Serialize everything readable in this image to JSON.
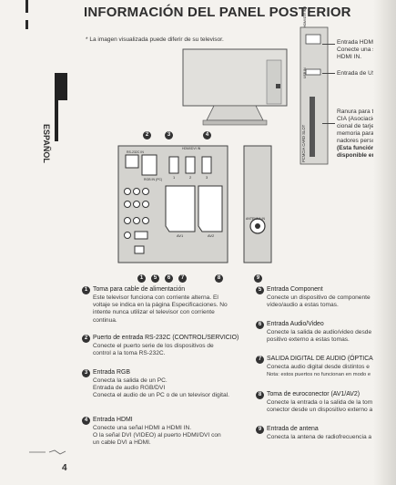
{
  "page": {
    "title": "INFORMACIÓN DEL PANEL POSTERIOR",
    "note": "* La imagen visualizada puede diferir de su televisor.",
    "language": "ESPAÑOL",
    "page_number": "4"
  },
  "side_panel": {
    "hdmi_in": "Entrada HDMI",
    "hdmi_desc": [
      "Conecte una se",
      "HDMI IN."
    ],
    "usb_in": "Entrada de USB",
    "ci_title": [
      "Ranura para tar",
      "CIA (Asociacio",
      "cional de tarjet",
      "memoria para o",
      "nadores person"
    ],
    "ci_note": [
      "(Esta función no e",
      "disponible en todo"
    ],
    "ci_slot_label": "PCMCIA CARD SLOT",
    "hdmi_port_label": "HDMI/DVI IN 3",
    "usb_port_label": "USB IN"
  },
  "panel_labels": {
    "rs232": "RS-232C IN",
    "antenna": "ANTENNA IN",
    "hdmi_dvi": "HDMI/DVI IN",
    "hdmi_nums": [
      "1",
      "2",
      "3"
    ],
    "rgb": "RGB IN (PC)",
    "av1": "AV1",
    "av2": "AV2"
  },
  "callouts": [
    "1",
    "2",
    "3",
    "4",
    "5",
    "6",
    "7",
    "8",
    "9"
  ],
  "items_left": [
    {
      "n": "1",
      "head": "Toma para cable de alimentación",
      "body": [
        "Este televisor funciona con corriente alterna. El",
        "voltaje se indica en la página Especificaciones. No",
        "intente nunca utilizar el televisor con corriente",
        "continua."
      ]
    },
    {
      "n": "2",
      "head": "Puerto de entrada RS-232C (CONTROL/SERVICIO)",
      "body": [
        "Conecte el puerto serie de los dispositivos de",
        "control a la toma RS-232C."
      ]
    },
    {
      "n": "3",
      "head": "Entrada RGB",
      "body": [
        "Conecta la salida de un PC.",
        "Entrada de audio RGB/DVI",
        "Conecta el audio de un PC o de un televisor digital."
      ]
    },
    {
      "n": "4",
      "head": "Entrada HDMI",
      "body": [
        "Conecte una señal HDMI a HDMI IN.",
        "O la señal DVI (VIDEO) al puerto HDMI/DVI con",
        "un cable DVI a HDMI."
      ]
    }
  ],
  "items_right": [
    {
      "n": "5",
      "head": "Entrada Component",
      "body": [
        "Conecte un dispositivo de componente",
        "vídeo/audio a estas tomas."
      ]
    },
    {
      "n": "6",
      "head": "Entrada Audio/Video",
      "body": [
        "Conecte la salida de audio/video desde",
        "positivo externo a estas tomas."
      ]
    },
    {
      "n": "7",
      "head": "SALIDA DIGITAL DE AUDIO (ÓPTICA)",
      "body": [
        "Conecta audio digital desde distintos e",
        "Nota: estos puertos no funcionan en modo e"
      ]
    },
    {
      "n": "8",
      "head": "Toma de euroconector (AV1/AV2)",
      "body": [
        "Conecte la entrada o la salida de la tom",
        "conector desde un dispositivo externo a e"
      ]
    },
    {
      "n": "9",
      "head": "Entrada de antena",
      "body": [
        "Conecta la antena de radiofrecuencia a es"
      ]
    }
  ],
  "colors": {
    "ink": "#2b2b2b",
    "paper": "#f4f2ee",
    "panel": "#cfcfcb",
    "dark": "#333333"
  }
}
